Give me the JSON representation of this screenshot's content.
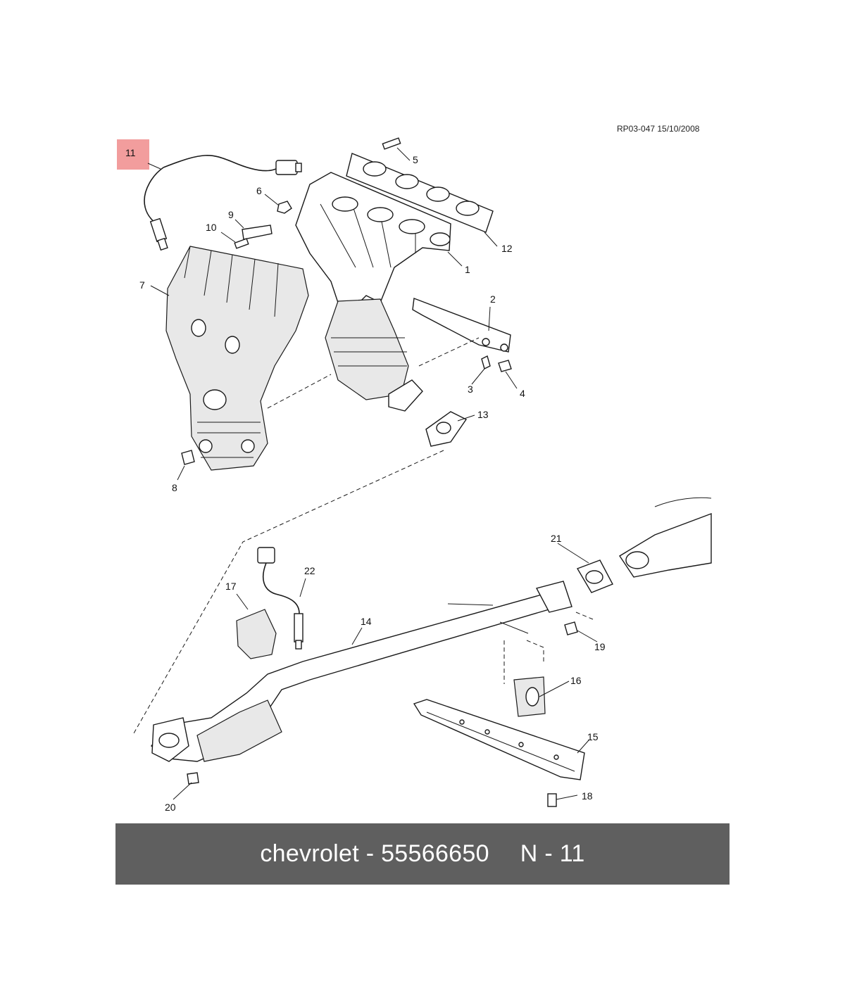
{
  "reference": "RP03-047 15/10/2008",
  "highlighted_part": "11",
  "callouts": {
    "c1": "1",
    "c2": "2",
    "c3": "3",
    "c4": "4",
    "c5": "5",
    "c6": "6",
    "c7": "7",
    "c8": "8",
    "c9": "9",
    "c10": "10",
    "c11": "11",
    "c12": "12",
    "c13": "13",
    "c14": "14",
    "c15": "15",
    "c16": "16",
    "c17": "17",
    "c18": "18",
    "c19": "19",
    "c20": "20",
    "c21": "21",
    "c22": "22"
  },
  "banner": {
    "brand_part": "chevrolet - 55566650",
    "item": "N - 11"
  },
  "colors": {
    "highlight": "#f08c8c",
    "banner_bg": "#5f5f5f",
    "banner_text": "#ffffff"
  }
}
